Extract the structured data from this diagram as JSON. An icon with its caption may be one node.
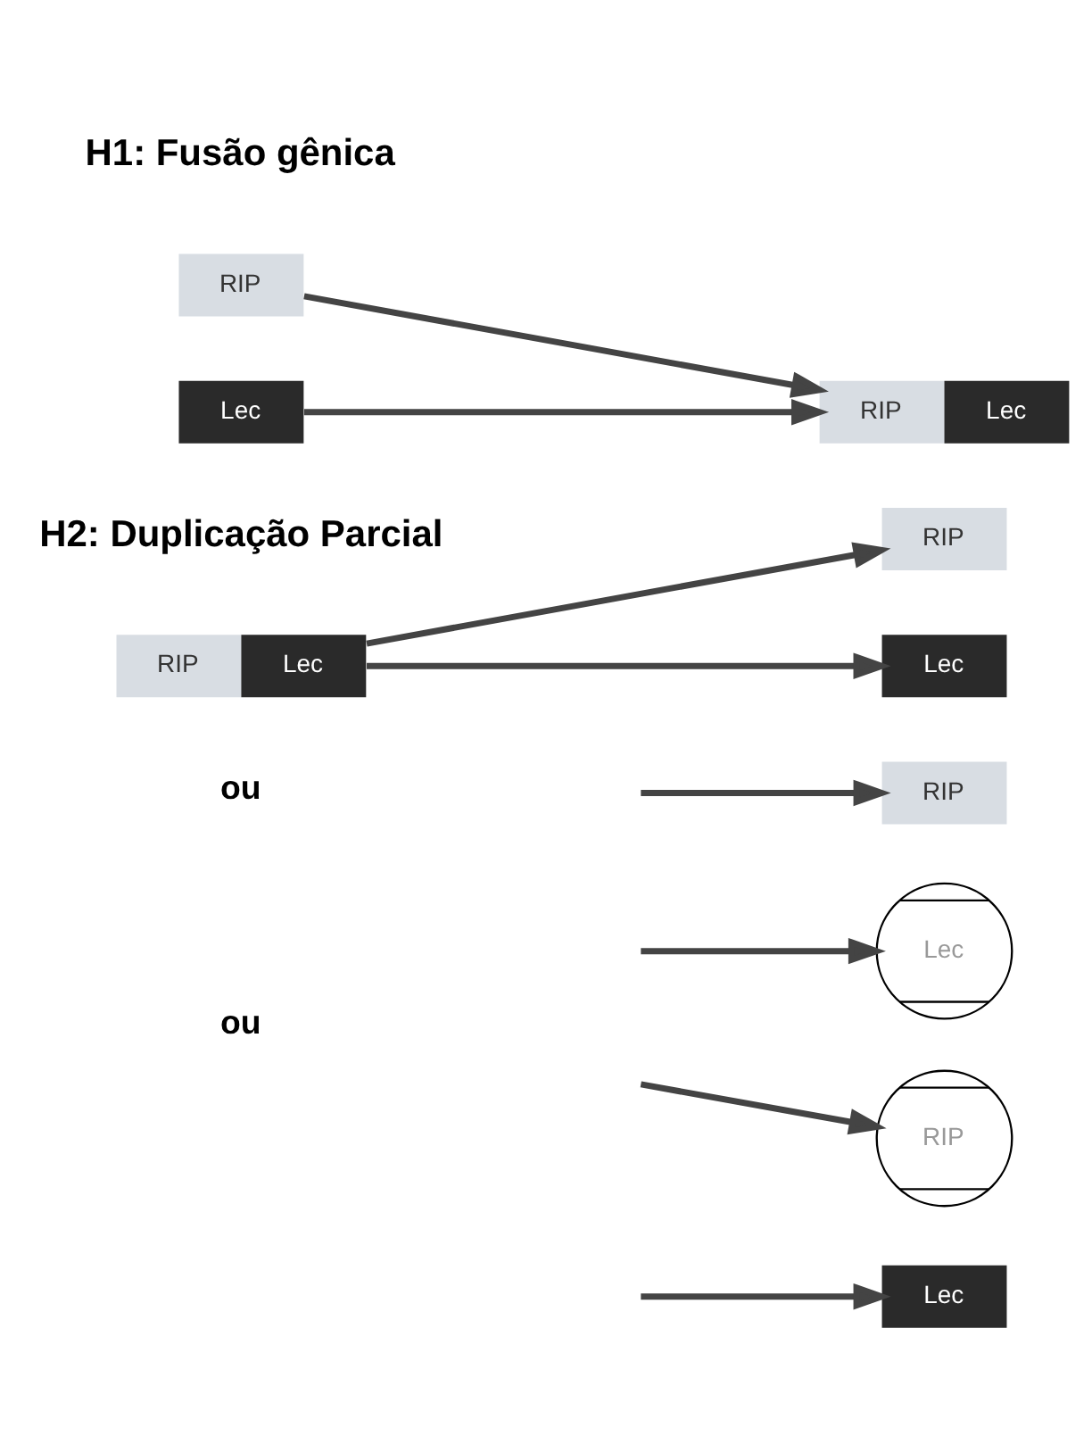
{
  "diagram": {
    "nodes": [
      {
        "text": [
          "RIP"
        ]
      },
      {
        "text": [
          "Lec"
        ]
      },
      {
        "text": [
          "RIP",
          "Lec"
        ]
      },
      {
        "text": [
          "RIP",
          "Lec"
        ]
      },
      {
        "text": [
          "RIP"
        ]
      },
      {
        "text": [
          "Lec"
        ]
      },
      {
        "text": [
          "RIP"
        ]
      },
      {
        "text": [
          "Lec"
        ]
      },
      {
        "text": [
          "RIP"
        ]
      },
      {
        "text": [
          "Lec"
        ]
      }
    ],
    "edges": [
      {
        "from": 0,
        "to": 2,
        "arrow": "to"
      },
      {
        "from": 1,
        "to": 2,
        "arrow": "to"
      },
      {
        "from": 3,
        "to": 4,
        "arrow": "to"
      },
      {
        "from": 3,
        "to": 5,
        "arrow": "to"
      },
      {
        "from": null,
        "to": 6,
        "arrow": "to"
      },
      {
        "from": null,
        "to": 7,
        "arrow": "to"
      },
      {
        "from": null,
        "to": 8,
        "arrow": "to"
      },
      {
        "from": null,
        "to": 9,
        "arrow": "to"
      }
    ],
    "labels": [
      "H1: Fusão gênica",
      "H2: Duplicação Parcial",
      "ou",
      "ou"
    ]
  }
}
